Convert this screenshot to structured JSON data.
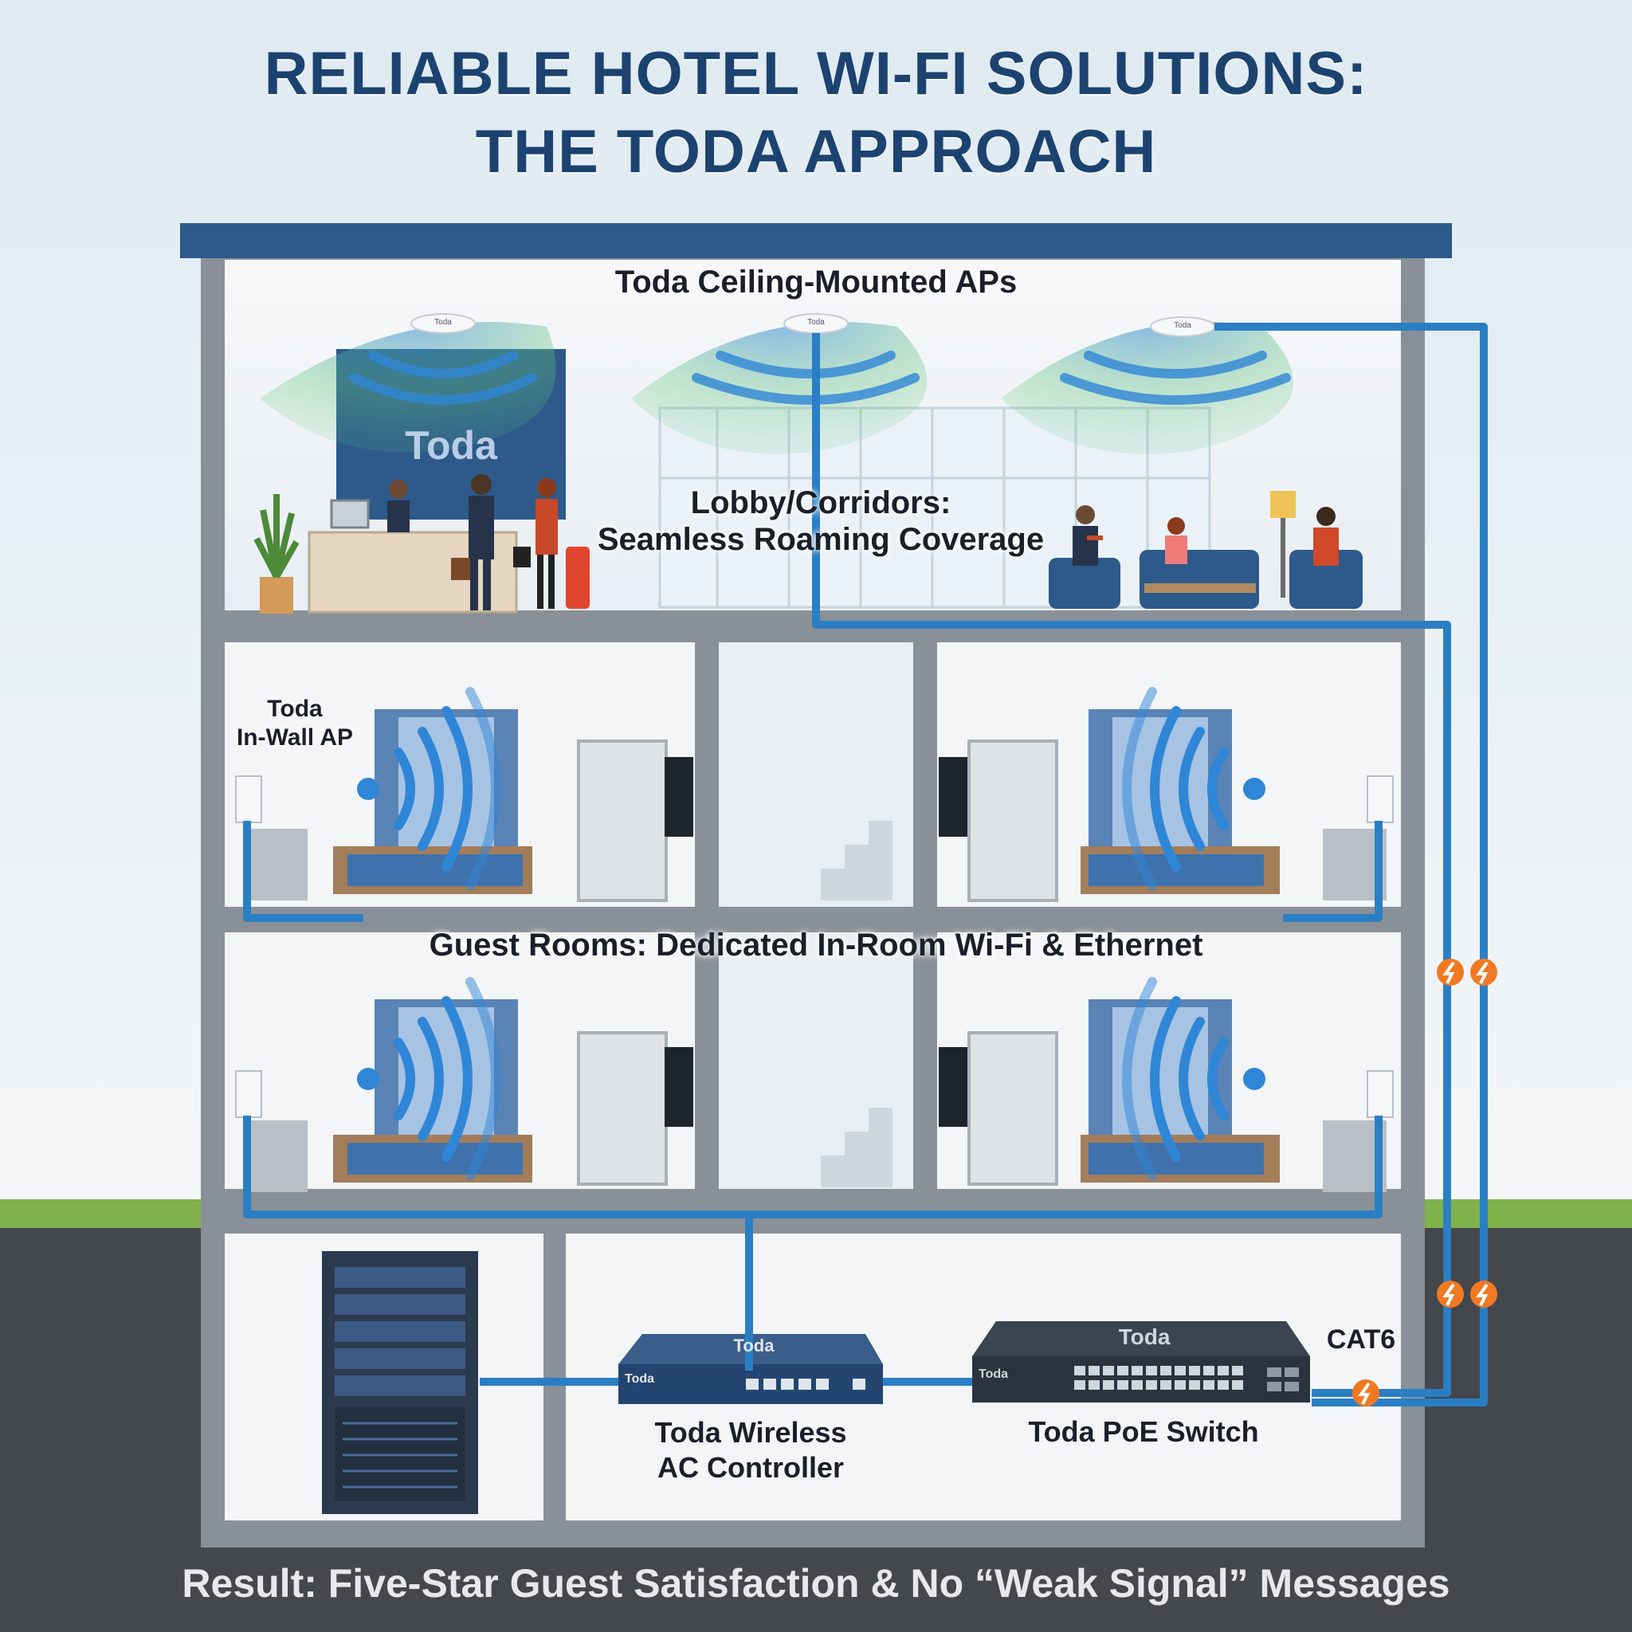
{
  "title": {
    "line1": "RELIABLE HOTEL WI-FI SOLUTIONS:",
    "line2": "THE TODA APPROACH"
  },
  "labels": {
    "ceiling_aps": "Toda Ceiling-Mounted APs",
    "lobby_line1": "Lobby/Corridors:",
    "lobby_line2": "Seamless Roaming Coverage",
    "inwall_line1": "Toda",
    "inwall_line2": "In-Wall AP",
    "guest_rooms": "Guest Rooms: Dedicated In-Room Wi-Fi & Ethernet",
    "controller_line1": "Toda Wireless",
    "controller_line2": "AC Controller",
    "poe_switch": "Toda PoE Switch",
    "cable": "CAT6"
  },
  "brand": {
    "name": "Toda",
    "ap_mark": "Toda"
  },
  "result": "Result: Five-Star Guest Satisfaction & No “Weak Signal” Messages",
  "colors": {
    "title": "#1c4270",
    "cable": "#2a7fc4",
    "poe_badge": "#f07a22",
    "wifi_blue": "#2f86d6",
    "wifi_green": "#62c37e",
    "grass": "#7fb24a",
    "ground": "#44474c"
  }
}
